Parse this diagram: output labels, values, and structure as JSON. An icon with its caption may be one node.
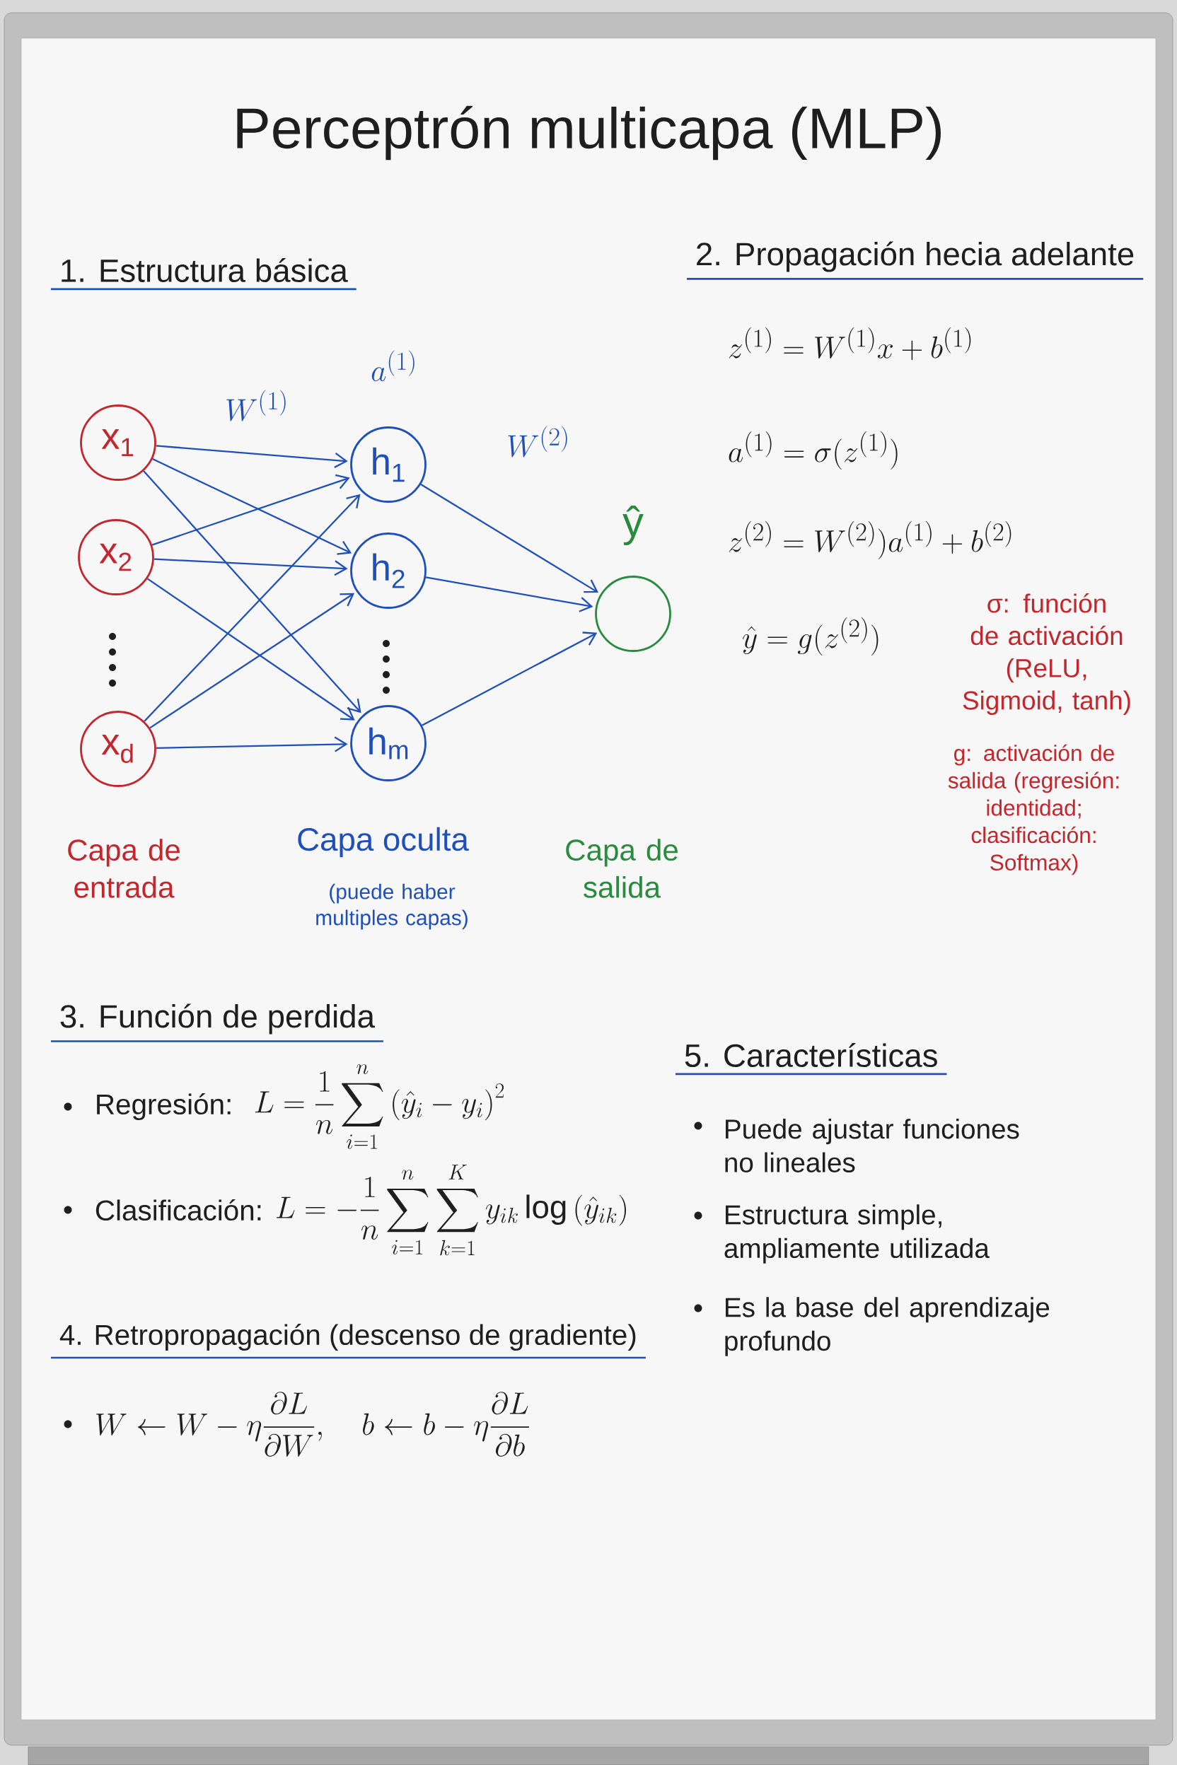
{
  "diagram": {
    "title": "Perceptrón multicapa (MLP)",
    "nodes": [
      {
        "text": [
          "x$_{1}$"
        ]
      },
      {
        "text": [
          "x$_{2}$"
        ]
      },
      {
        "text": [
          "x$_{d}$"
        ]
      },
      {
        "text": [
          "h$_{1}$"
        ]
      },
      {
        "text": [
          "h$_{2}$"
        ]
      },
      {
        "text": [
          "h$_{m}$"
        ]
      },
      {
        "text": [],
        "shape": "circle",
        "beside": [
          "ŷ"
        ]
      }
    ],
    "edges": [
      {
        "from": 0,
        "to": 3,
        "arrow": "to"
      },
      {
        "from": 0,
        "to": 4,
        "arrow": "to"
      },
      {
        "from": 0,
        "to": 5,
        "arrow": "to"
      },
      {
        "from": 1,
        "to": 3,
        "arrow": "to"
      },
      {
        "from": 1,
        "to": 4,
        "arrow": "to"
      },
      {
        "from": 1,
        "to": 5,
        "arrow": "to"
      },
      {
        "from": 2,
        "to": 3,
        "arrow": "to"
      },
      {
        "from": 2,
        "to": 4,
        "arrow": "to"
      },
      {
        "from": 2,
        "to": 5,
        "arrow": "to"
      },
      {
        "from": 3,
        "to": 6,
        "arrow": "to"
      },
      {
        "from": 4,
        "to": 6,
        "arrow": "to"
      },
      {
        "from": 5,
        "to": 6,
        "arrow": "to"
      }
    ],
    "labels": [
      "1. Estructura básica",
      "W^{(1)}",
      "a^{(1)}",
      "W^{(2)}",
      "2. Propagación hecia adelante",
      "z^{(1)} = W^{(1)}x + b^{(1)}",
      "a^{(1)} = \\sigma(z^{(1)})",
      "z^{(2)} = W^{(2)})a^{(1)} + b^{(2)}",
      "\\hat{y} = g(z^{(2)})",
      "σ: función de activación (ReLU, Sigmoid, tanh)",
      "g: activación de salida (regresión: identidad; clasificación: Softmax)",
      "Capa de entrada",
      "Capa oculta",
      "(puede haber multiples capas)",
      "Capa de salida",
      "3. Función de perdida",
      "Regresión:",
      "L = \\frac{1}{n}\\sum_{i=1}^{n}\\left(\\hat{y}_i - y_i\\right)^2",
      "Clasificación:",
      "L = -\\frac{1}{n}\\sum_{i=1}^{n}\\sum_{k=1}^{K} y_{ik}\\log\\left(\\hat{y}_{ik}\\right)",
      "5. Características",
      "Puede ajustar funciones no lineales",
      "Estructura simple, ampliamente utilizada",
      "Es la base del aprendizaje profundo",
      "4. Retropropagación (descenso de gradiente)",
      "W \\leftarrow W - \\eta\\frac{\\partial L}{\\partial W},\\quad b \\leftarrow b - \\eta\\frac{\\partial L}{\\partial b}"
    ]
  }
}
